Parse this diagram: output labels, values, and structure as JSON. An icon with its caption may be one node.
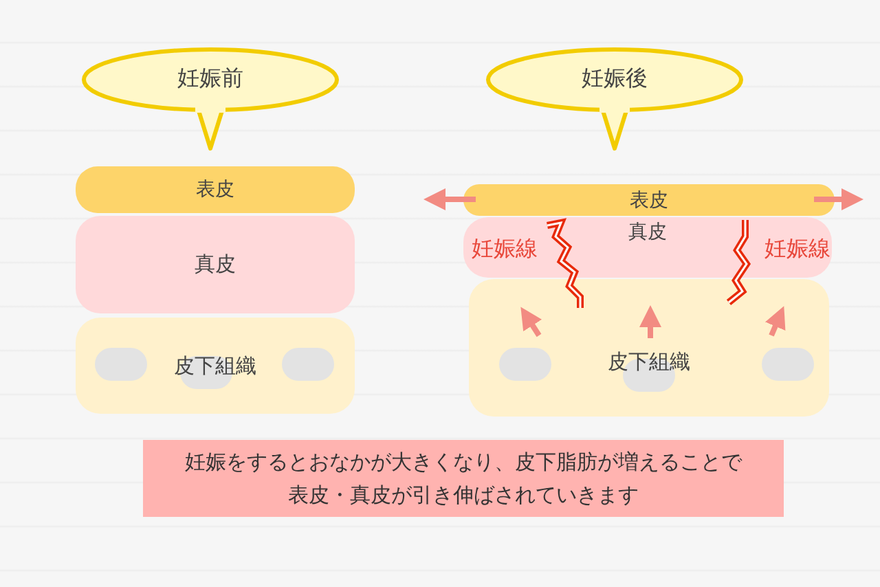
{
  "diagram": {
    "nodes": [
      {
        "text": [
          "妊娠前"
        ]
      },
      {
        "text": [
          "表皮"
        ]
      },
      {
        "text": [
          "真皮"
        ]
      },
      {
        "text": [
          "皮下組織"
        ]
      },
      {
        "text": [
          "妊娠後"
        ]
      },
      {
        "text": [
          "表皮"
        ]
      },
      {
        "text": [
          "真皮"
        ]
      },
      {
        "text": [
          "皮下組織"
        ]
      },
      {
        "text": [
          "妊娠をするとおなかが大きくなり、皮下脂肪が増えることで表皮・真皮が引き伸ばされていきます"
        ]
      }
    ],
    "edges": [],
    "labels": [
      "妊娠線",
      "妊娠線"
    ]
  }
}
